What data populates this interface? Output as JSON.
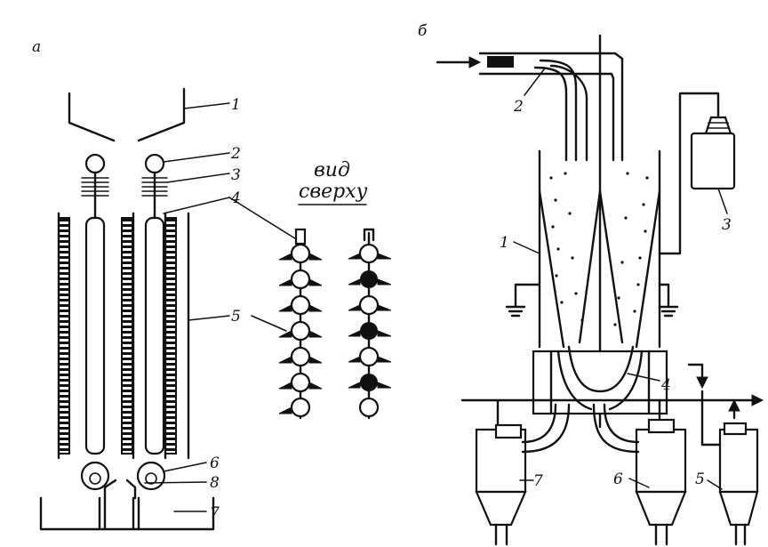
{
  "panel_a": {
    "title": "а",
    "view_label_line1": "вид",
    "view_label_line2": "сверху",
    "callouts": [
      "1",
      "2",
      "3",
      "4",
      "5",
      "6",
      "8",
      "7"
    ]
  },
  "panel_b": {
    "title": "б",
    "callouts": [
      "2",
      "3",
      "1",
      "4",
      "7",
      "6",
      "5"
    ]
  },
  "colors": {
    "ink": "#111111",
    "paper": "#ffffff"
  }
}
